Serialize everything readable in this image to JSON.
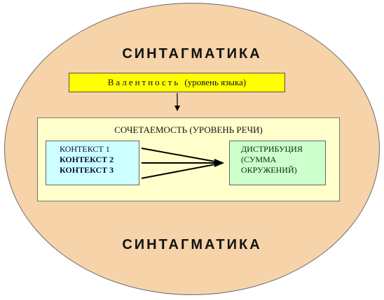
{
  "title_top": "СИНТАГМАТИКА",
  "title_bottom": "СИНТАГМАТИКА",
  "valence": {
    "word": "Валентность",
    "note": "(уровень языка)",
    "color": "#ffff00"
  },
  "speech_level": {
    "label": "СОЧЕТАЕМОСТЬ (УРОВЕНЬ РЕЧИ)",
    "color": "#ffffcc"
  },
  "contexts": [
    "КОНТЕКСТ 1",
    "КОНТЕКСТ 2",
    "КОНТЕКСТ 3"
  ],
  "distribution": {
    "lines": [
      "ДИСТРИБУЦИЯ",
      "(СУММА",
      "ОКРУЖЕНИЙ)"
    ],
    "color": "#ccffcc"
  },
  "background_color": "#f6d3a9",
  "context_color": "#ccffff"
}
